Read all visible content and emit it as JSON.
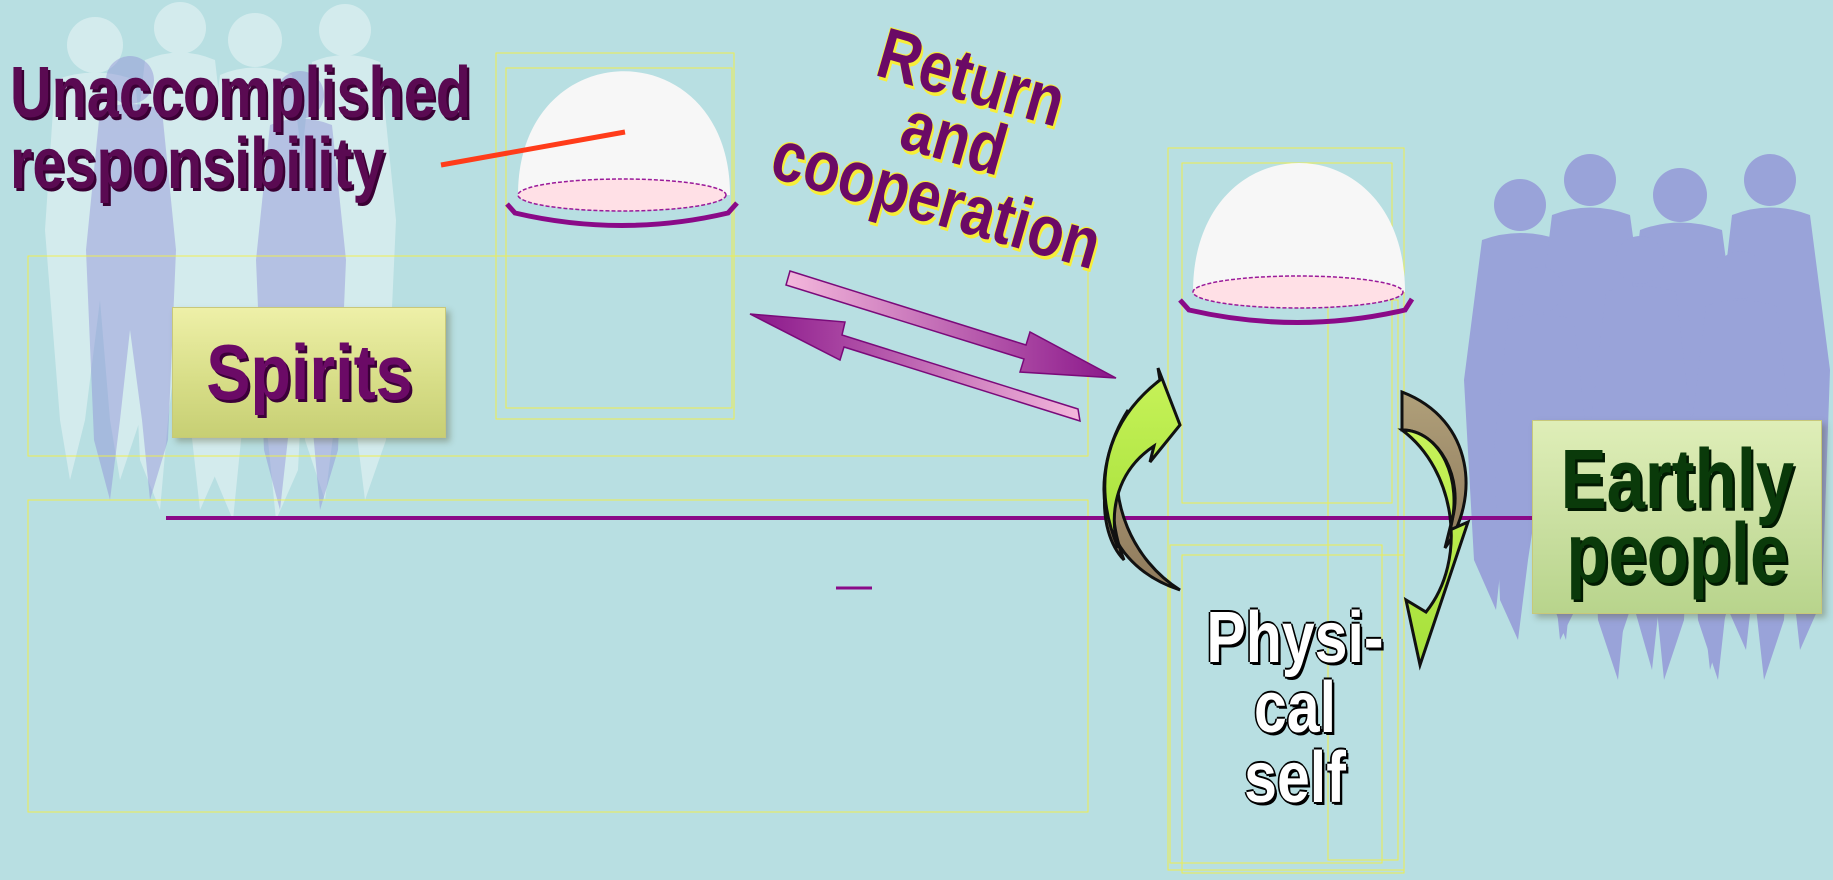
{
  "labels": {
    "unaccomplished_line1": "Unaccomplished",
    "unaccomplished_line2": "responsibility",
    "spirits": "Spirits",
    "return_line1": "Return",
    "return_line2": "and",
    "return_line3": "cooperation",
    "earthly_line1": "Earthly",
    "earthly_line2": "people",
    "physical_line1": "Physi-",
    "physical_line2": "cal",
    "physical_line3": "self"
  },
  "colors": {
    "background": "#b8dfe2",
    "spirit_silhouette": "#ffffff",
    "people_silhouette": "#8f8fd6",
    "label_purple": "#6b0a66",
    "label_green": "#0a3a0a",
    "dome_fill": "#f7f7f7",
    "dome_base": "#ffe0e6",
    "dome_rim": "#8a0a88",
    "arrow_purple": "#9a1a9a",
    "arrow_pink": "#f0a8d0",
    "cycle_green": "#b7f04a",
    "cycle_brown": "#a08a6a",
    "red_line": "#ff3c1a",
    "guide_yellow": "#f4f040"
  }
}
